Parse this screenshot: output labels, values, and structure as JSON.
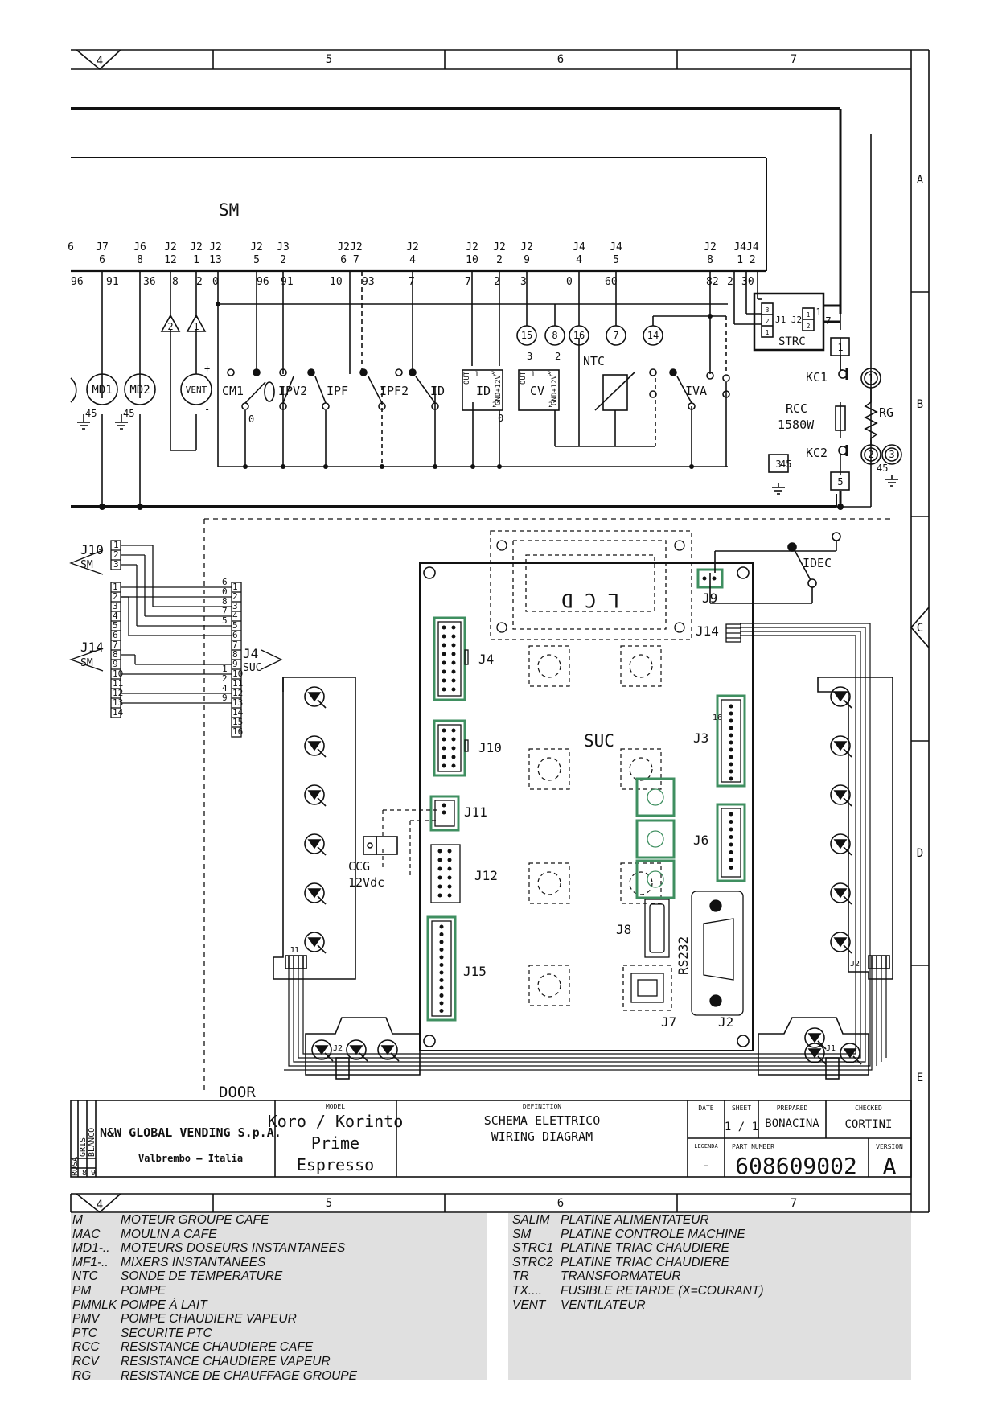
{
  "column_numbers": [
    "4",
    "5",
    "6",
    "7"
  ],
  "row_letters": [
    "A",
    "B",
    "C",
    "D",
    "E"
  ],
  "boards": {
    "sm": "SM",
    "suc": "SUC",
    "door": "DOOR",
    "lcd": "L C D"
  },
  "sm_pins": [
    {
      "conn": "6",
      "pin": ""
    },
    {
      "conn": "J7",
      "pin": "6"
    },
    {
      "conn": "J6",
      "pin": "8"
    },
    {
      "conn": "J2",
      "pin": "12"
    },
    {
      "conn": "J2",
      "pin": "1"
    },
    {
      "conn": "J2",
      "pin": "13"
    },
    {
      "conn": "J2",
      "pin": "5"
    },
    {
      "conn": "J3",
      "pin": "2"
    },
    {
      "conn": "J2J2",
      "pin": "6 7"
    },
    {
      "conn": "J2",
      "pin": "4"
    },
    {
      "conn": "J2",
      "pin": "10"
    },
    {
      "conn": "J2",
      "pin": "2"
    },
    {
      "conn": "J2",
      "pin": "9"
    },
    {
      "conn": "J4",
      "pin": "4"
    },
    {
      "conn": "J4",
      "pin": "5"
    },
    {
      "conn": "J2",
      "pin": "8"
    },
    {
      "conn": "J4J4",
      "pin": "1 2"
    }
  ],
  "wire_numbers": [
    "96",
    "91",
    "36",
    "8",
    "2",
    "0",
    "96",
    "91",
    "10",
    "93",
    "7",
    "7",
    "2",
    "3",
    "0",
    "60",
    "82",
    "2",
    "30"
  ],
  "components": {
    "md1": "MD1",
    "md2": "MD2",
    "vent": "VENT",
    "cm1": "CM1",
    "ipv2": "IPV2",
    "ipf": "IPF",
    "ipf2": "IPF2",
    "id_switch": "ID",
    "id_valve": "ID",
    "cv": "CV",
    "ntc": "NTC",
    "iva": "IVA",
    "strc": "STRC",
    "strc_conn": "J1 J2",
    "kc1": "KC1",
    "kc2": "KC2",
    "rcc": "RCC",
    "rcc_power": "1580W",
    "rg": "RG",
    "idec": "IDEC",
    "ccg": "CCG",
    "ccg_voltage": "12Vdc",
    "rs232": "RS232"
  },
  "pin_labels": {
    "out": "OUT",
    "gnd12": "GND+12V",
    "one": "1",
    "two": "2",
    "three": "3",
    "zero": "0",
    "plus": "+",
    "minus": "-",
    "sixteen": "16",
    "forty_five": "45"
  },
  "circle_markers": [
    "15",
    "8",
    "16",
    "7",
    "14",
    "1",
    "2",
    "3"
  ],
  "triangle_markers": [
    "2",
    "1"
  ],
  "box_markers": [
    "1",
    "3",
    "5"
  ],
  "connectors": {
    "j10": "J10",
    "j14": "J14",
    "j4": "J4",
    "sm": "SM",
    "suc": "SUC",
    "board_j4": "J4",
    "board_j10": "J10",
    "board_j11": "J11",
    "board_j12": "J12",
    "board_j15": "J15",
    "board_j9": "J9",
    "board_j14": "J14",
    "board_j3": "J3",
    "board_j6": "J6",
    "board_j8": "J8",
    "board_j7": "J7",
    "board_j2": "J2",
    "small_j1": "J1",
    "small_j2": "J2"
  },
  "harness_left": [
    "1",
    "2",
    "3",
    "4",
    "5",
    "6",
    "7",
    "8",
    "9",
    "10",
    "11",
    "12",
    "13",
    "14"
  ],
  "harness_right": [
    "1",
    "2",
    "3",
    "4",
    "5",
    "6",
    "7",
    "8",
    "9",
    "10",
    "11",
    "12",
    "13",
    "14",
    "15",
    "16"
  ],
  "harness_j10_pins": [
    "1",
    "2",
    "3"
  ],
  "harness_wires": [
    {
      "num": "6",
      "pin": ""
    },
    {
      "num": "0",
      "pin": ""
    },
    {
      "num": "8",
      "pin": ""
    },
    {
      "num": "7",
      "pin": ""
    },
    {
      "num": "5",
      "pin": ""
    },
    {
      "num": "1",
      "pin": ""
    },
    {
      "num": "2",
      "pin": ""
    },
    {
      "num": "4",
      "pin": ""
    },
    {
      "num": "9",
      "pin": ""
    }
  ],
  "title_block": {
    "company": "N&W GLOBAL VENDING S.p.A.",
    "city": "Valbrembo – Italia",
    "model_caption": "MODEL",
    "model_lines": [
      "Koro / Korinto",
      "Prime",
      "Espresso"
    ],
    "definition_caption": "DEFINITION",
    "definition_lines": [
      "SCHEMA ELETTRICO",
      "WIRING DIAGRAM"
    ],
    "date_caption": "DATE",
    "sheet_caption": "SHEET",
    "sheet": "1 / 1",
    "prepared_caption": "PREPARED",
    "prepared": "BONACINA",
    "checked_caption": "CHECKED",
    "checked": "CORTINI",
    "legenda_caption": "LEGENDA",
    "legenda": "-",
    "part_caption": "PART NUMBER",
    "part_number": "608609002",
    "version_caption": "VERSION",
    "version": "A",
    "color_codes": [
      {
        "num": "",
        "name": "ROSA"
      },
      {
        "num": "8",
        "name": "GRIS"
      },
      {
        "num": "9",
        "name": "BLANCO"
      }
    ]
  },
  "legend_left": [
    {
      "code": "M",
      "text": "MOTEUR GROUPE CAFE"
    },
    {
      "code": "MAC",
      "text": "MOULIN A CAFE"
    },
    {
      "code": "MD1-..",
      "text": "MOTEURS DOSEURS INSTANTANEES"
    },
    {
      "code": "MF1-..",
      "text": "MIXERS INSTANTANEES"
    },
    {
      "code": "NTC",
      "text": "SONDE DE TEMPERATURE"
    },
    {
      "code": "PM",
      "text": "POMPE"
    },
    {
      "code": "PMMLK",
      "text": "POMPE À LAIT"
    },
    {
      "code": "PMV",
      "text": "POMPE CHAUDIERE VAPEUR"
    },
    {
      "code": "PTC",
      "text": "SECURITE PTC"
    },
    {
      "code": "RCC",
      "text": "RESISTANCE CHAUDIERE CAFE"
    },
    {
      "code": "RCV",
      "text": "RESISTANCE CHAUDIERE VAPEUR"
    },
    {
      "code": "RG",
      "text": "RESISTANCE DE CHAUFFAGE GROUPE"
    }
  ],
  "legend_right": [
    {
      "code": "SALIM",
      "text": "PLATINE ALIMENTATEUR"
    },
    {
      "code": "SM",
      "text": "PLATINE CONTROLE MACHINE"
    },
    {
      "code": "STRC1",
      "text": "PLATINE TRIAC CHAUDIERE"
    },
    {
      "code": "STRC2",
      "text": "PLATINE TRIAC CHAUDIERE"
    },
    {
      "code": "TR",
      "text": "TRANSFORMATEUR"
    },
    {
      "code": "TX....",
      "text": "FUSIBLE RETARDE (X=COURANT)"
    },
    {
      "code": "VENT",
      "text": "VENTILATEUR"
    }
  ],
  "colors": {
    "ink": "#111111",
    "green": "#3f8f60",
    "legend_bg": "#e0e0e0"
  }
}
